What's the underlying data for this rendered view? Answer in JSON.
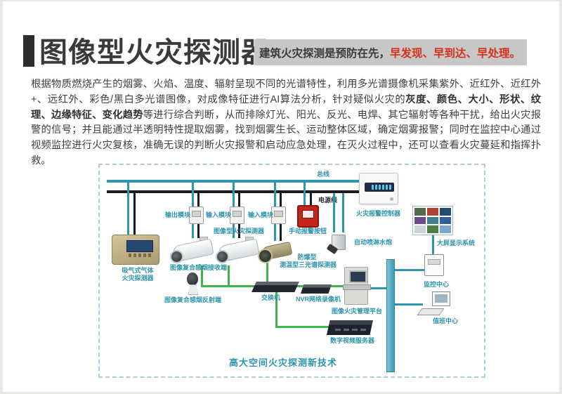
{
  "header": {
    "title": "图像型火灾探测器",
    "subtitle_plain": "建筑火灾探测是预防在先，",
    "subtitle_highlight": "早发现、早到达、早处理。",
    "highlight_color": "#d5311d"
  },
  "paragraph": {
    "part1": "根据物质燃烧产生的烟雾、火焰、温度、辐射呈现不同的光谱特性，利用多光谱摄像机采集紫外、近红外、近红外+、远红外、彩色/黑白多光谱图像，对成像特征进行AI算法分析，针对疑似火灾的",
    "bold": "灰度、颜色、大小、形状、纹理、边缘特征、变化趋势",
    "part2": "等进行综合判断，从而排除灯光、阳光、反光、电焊、其它辐射等各种干扰，给出火灾报警的信号；并且能通过半透明特性提取烟雾，找到烟雾生长、运动整体区域，确定烟雾报警；同时在监控中心通过视频监控进行火灾复核，准确无误的判断火灾报警和启动应急处理，在灭火过程中，还可以查看火灾蔓延和指挥扑救。"
  },
  "diagram": {
    "caption": "高大空间火灾探测新技术",
    "colors": {
      "bus_line": "#2f96ae",
      "power_line": "#1c1c1c",
      "network_line": "#3db54b",
      "label_text": "#2d94ac"
    },
    "labels": {
      "bus": "总线",
      "power_line": "电源线",
      "output_module": "输出模块",
      "input_module_1": "输入模块",
      "input_module_2": "输入模块",
      "manual_alarm": "手动报警按钮",
      "fire_alarm_controller": "火灾报警控制器",
      "image_fire_detector": "图像型火灾探测器",
      "smoke_receiver": "图像复合感烟接收端",
      "smoke_reflector": "图像复合感烟反射端",
      "aspirating_line1": "吸气式气体",
      "aspirating_line2": "火灾探测器",
      "explosion_proof_line1": "防爆型",
      "explosion_proof_line2": "测温型三光谱探测器",
      "water_cannon": "自动喷淋水炮",
      "big_screen": "大屏显示系统",
      "switch": "交换机",
      "nvr": "NVR网络录像机",
      "management_platform": "图像火灾管理平台",
      "video_server": "数字视频服务器",
      "monitoring_center": "监控中心",
      "duty_center": "值班中心"
    }
  }
}
